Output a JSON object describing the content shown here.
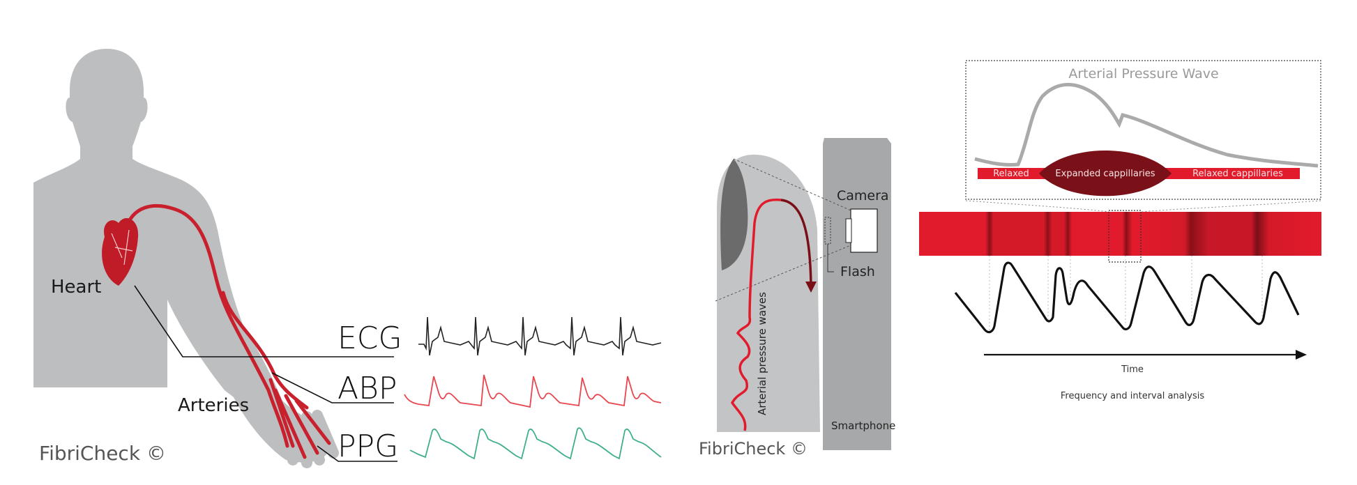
{
  "left_panel": {
    "labels": {
      "heart": "Heart",
      "arteries": "Arteries",
      "brand": "FibriCheck ©"
    },
    "signals": [
      {
        "label": "ECG",
        "color": "#222222"
      },
      {
        "label": "ABP",
        "color": "#e8454f"
      },
      {
        "label": "PPG",
        "color": "#3fae8e"
      }
    ],
    "colors": {
      "body": "#bdbec0",
      "artery": "#c8202c",
      "heart": "#c01c28"
    }
  },
  "middle_panel": {
    "labels": {
      "camera": "Camera",
      "flash": "Flash",
      "smartphone": "Smartphone",
      "pressure_waves": "Arterial pressure waves",
      "brand": "FibriCheck ©"
    },
    "colors": {
      "finger": "#c3c4c6",
      "nail": "#6b6b6b",
      "phone": "#a7a8aa",
      "wave": "#e21b2c",
      "arrow": "#7a0f18"
    }
  },
  "right_panel": {
    "inset": {
      "title": "Arterial Pressure Wave",
      "segments": [
        "Relaxed",
        "Expanded cappillaries",
        "Relaxed cappillaries"
      ]
    },
    "axis_label": "Time",
    "caption": "Frequency and interval analysis",
    "colors": {
      "band": "#e21b2c",
      "expanded": "#7a1018",
      "wave_gray": "#aaaaaa",
      "signal": "#111111"
    }
  }
}
